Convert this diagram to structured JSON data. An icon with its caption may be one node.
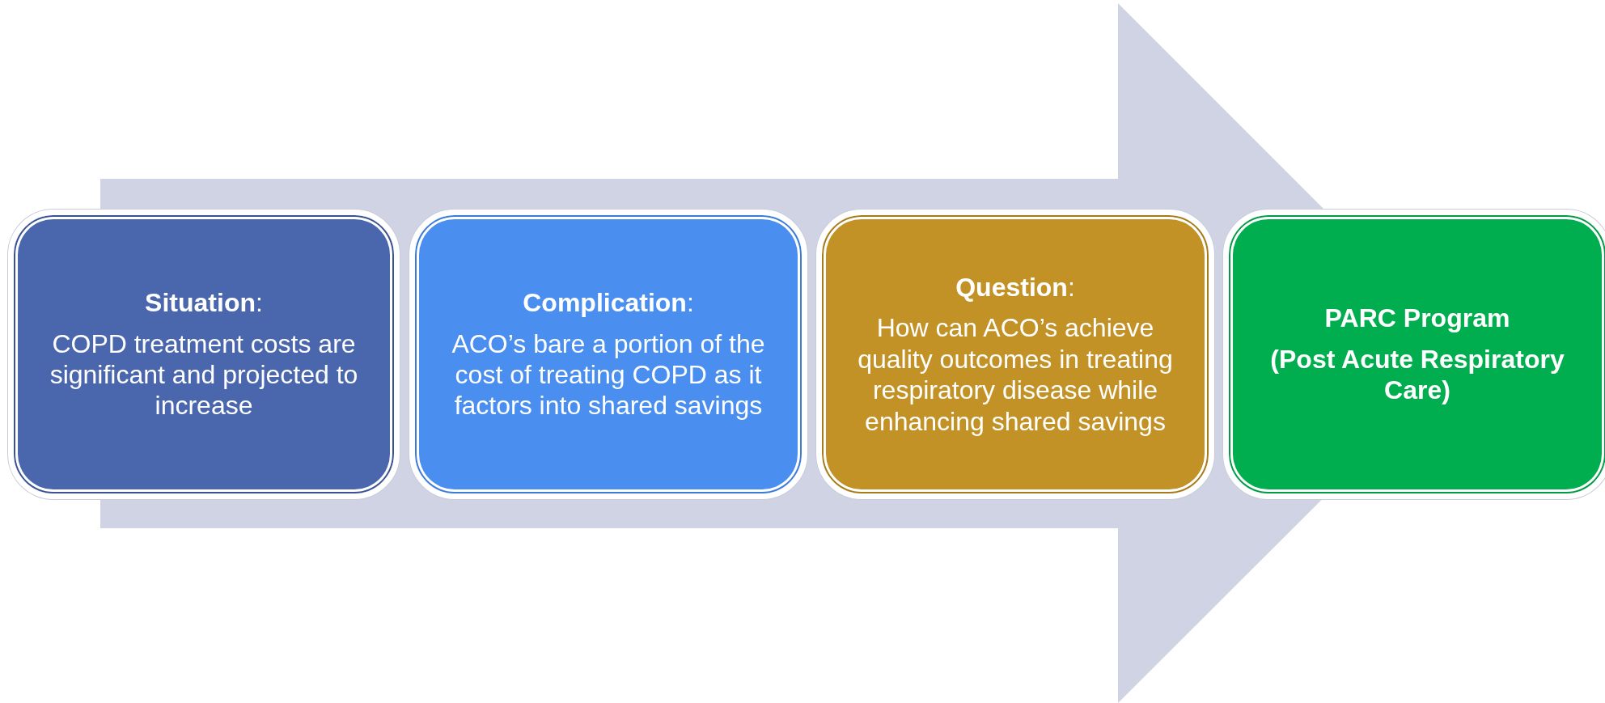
{
  "diagram": {
    "nodes": [
      {
        "text": [
          "**Situation**:",
          "COPD treatment costs are significant and projected to increase"
        ]
      },
      {
        "text": [
          "**Complication**:",
          "ACO’s bare a portion of the cost of treating COPD as it factors into shared savings"
        ]
      },
      {
        "text": [
          "**Question**:",
          "How can ACO’s achieve quality outcomes in treating respiratory disease while enhancing shared savings"
        ]
      },
      {
        "text": [
          "**PARC Program**",
          "**(Post Acute Respiratory Care)**"
        ]
      }
    ],
    "edges": [
      {
        "from": 0,
        "to": 3,
        "arrow": "to"
      }
    ]
  }
}
